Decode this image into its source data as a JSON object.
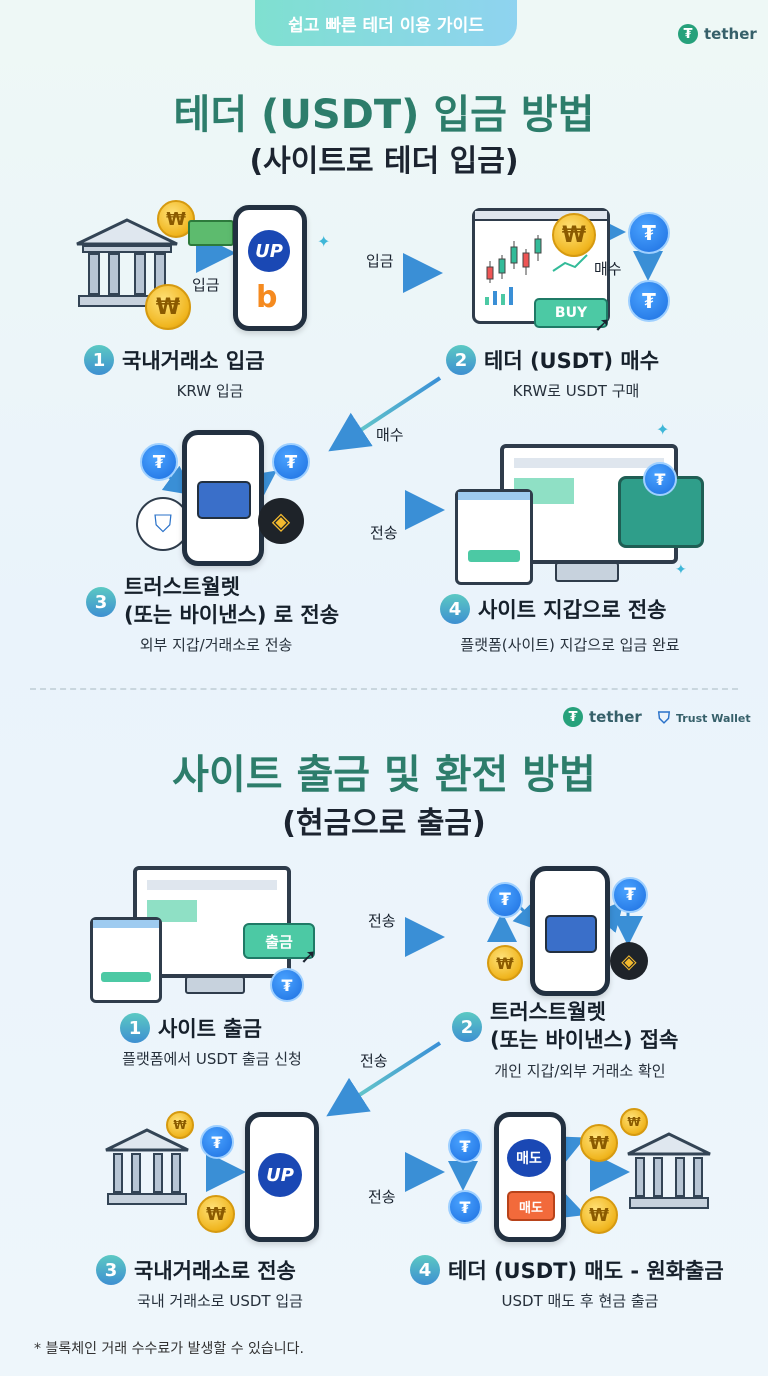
{
  "header": {
    "banner": "쉽고 빠른 테더 이용 가이드",
    "brand": "tether"
  },
  "deposit": {
    "title": "테더 (USDT) 입금 방법",
    "subtitle": "(사이트로 테더 입금)",
    "arrow_labels": [
      "입금",
      "입금",
      "매수",
      "매수",
      "전송"
    ],
    "buy_button": "BUY",
    "steps": [
      {
        "num": "1",
        "title": "국내거래소 입금",
        "desc": "KRW 입금"
      },
      {
        "num": "2",
        "title": "테더 (USDT) 매수",
        "desc": "KRW로 USDT 구매"
      },
      {
        "num": "3",
        "title_line1": "트러스트월렛",
        "title_line2": "(또는 바이낸스) 로 전송",
        "desc": "외부 지갑/거래소로 전송"
      },
      {
        "num": "4",
        "title": "사이트 지갑으로 전송",
        "desc": "플랫폼(사이트) 지갑으로 입금 완료"
      }
    ]
  },
  "brands2": {
    "tether": "tether",
    "trust": "Trust Wallet"
  },
  "withdraw": {
    "title": "사이트 출금 및 환전 방법",
    "subtitle": "(현금으로 출금)",
    "arrow_labels": [
      "전송",
      "전송",
      "전송"
    ],
    "withdraw_button": "출금",
    "sell_labels": [
      "매도",
      "매도"
    ],
    "steps": [
      {
        "num": "1",
        "title": "사이트 출금",
        "desc": "플랫폼에서 USDT 출금 신청"
      },
      {
        "num": "2",
        "title_line1": "트러스트월렛",
        "title_line2": "(또는 바이낸스) 접속",
        "desc": "개인 지갑/외부 거래소 확인"
      },
      {
        "num": "3",
        "title": "국내거래소로 전송",
        "desc": "국내 거래소로 USDT 입금"
      },
      {
        "num": "4",
        "title": "테더 (USDT) 매도 - 원화출금",
        "desc": "USDT 매도 후 현금 출금"
      }
    ]
  },
  "footnote": "* 블록체인 거래 수수료가 발생할 수 있습니다.",
  "colors": {
    "accent": "#2d7d6b",
    "tether_green": "#26a17b",
    "usdt_blue": "#1d6fe0",
    "coin_gold": "#f0b51e"
  }
}
